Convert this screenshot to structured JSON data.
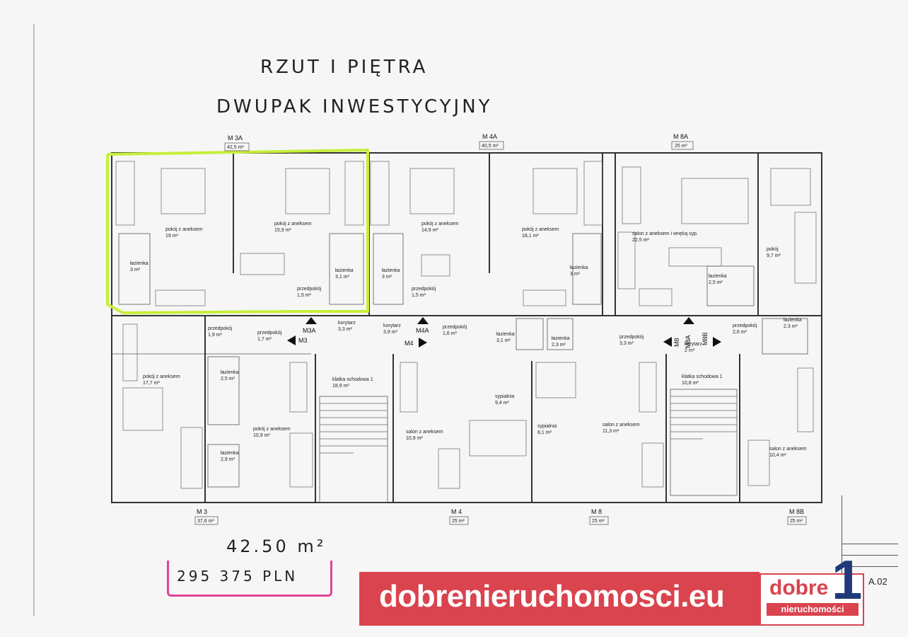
{
  "title": {
    "line1": "RZUT I PIĘTRA",
    "line2": "DWUPAK INWESTYCYJNY"
  },
  "apartments_top": [
    {
      "name": "M 3A",
      "area": "42,5 m²"
    },
    {
      "name": "M 4A",
      "area": "40,5 m²"
    },
    {
      "name": "M 8A",
      "area": "25 m²"
    }
  ],
  "apartments_bottom": [
    {
      "name": "M 3",
      "area": "37,6 m²"
    },
    {
      "name": "M 4",
      "area": "25 m²"
    },
    {
      "name": "M 8",
      "area": "25 m²"
    },
    {
      "name": "M 8B",
      "area": "25 m²"
    }
  ],
  "rooms": [
    {
      "label": "pokój z aneksem",
      "area": "19 m²"
    },
    {
      "label": "pokój z aneksem",
      "area": "15,9 m²"
    },
    {
      "label": "pokój z aneksem",
      "area": "14,9 m²"
    },
    {
      "label": "pokój z aneksem",
      "area": "18,1 m²"
    },
    {
      "label": "salon z aneksem i wnęką syp.",
      "area": "22,5 m²"
    },
    {
      "label": "pokój",
      "area": "9,7 m²"
    },
    {
      "label": "łazienka",
      "area": "3 m²"
    },
    {
      "label": "łazienka",
      "area": "3,1 m²"
    },
    {
      "label": "łazienka",
      "area": "3 m²"
    },
    {
      "label": "łazienka",
      "area": "3 m²"
    },
    {
      "label": "łazienka",
      "area": "2,5 m²"
    },
    {
      "label": "przedpokój",
      "area": "1,5 m²"
    },
    {
      "label": "przedpokój",
      "area": "1,5 m²"
    },
    {
      "label": "przedpokój",
      "area": "1,9 m²"
    },
    {
      "label": "przedpokój",
      "area": "1,7 m²"
    },
    {
      "label": "korytarz",
      "area": "3,3 m²"
    },
    {
      "label": "korytarz",
      "area": "3,9 m²"
    },
    {
      "label": "przedpokój",
      "area": "1,6 m²"
    },
    {
      "label": "łazienka",
      "area": "3,1 m²"
    },
    {
      "label": "łazienka",
      "area": "2,3 m²"
    },
    {
      "label": "przedpokój",
      "area": "3,3 m²"
    },
    {
      "label": "korytarz",
      "area": "2 m²"
    },
    {
      "label": "przedpokój",
      "area": "2,6 m²"
    },
    {
      "label": "łazienka",
      "area": "2,3 m²"
    },
    {
      "label": "pokój z aneksem",
      "area": "17,7 m²"
    },
    {
      "label": "łazienka",
      "area": "2,5 m²"
    },
    {
      "label": "pokój z aneksem",
      "area": "10,9 m²"
    },
    {
      "label": "łazienka",
      "area": "2,9 m²"
    },
    {
      "label": "klatka schodowa 1",
      "area": "18,9 m²"
    },
    {
      "label": "salon z aneksem",
      "area": "10,9 m²"
    },
    {
      "label": "sypialnia",
      "area": "9,4 m²"
    },
    {
      "label": "sypialnia",
      "area": "8,1 m²"
    },
    {
      "label": "salon z aneksem",
      "area": "11,3 m²"
    },
    {
      "label": "klatka schodowa 1",
      "area": "10,8 m²"
    },
    {
      "label": "salon z aneksem",
      "area": "10,4 m²"
    }
  ],
  "markers": {
    "m3a": "M3A",
    "m3": "M3",
    "m4a": "M4A",
    "m4": "M4",
    "m8": "M8",
    "m8a": "M8A",
    "m8b": "M8B"
  },
  "area_note": "42.50 m²",
  "price_note": "295 375 PLN",
  "banner": {
    "text": "dobrenieruchomosci.eu"
  },
  "logo": {
    "word": "dobre",
    "sub": "nieruchomości",
    "digit": "1"
  },
  "sheet_code": "A.02",
  "colors": {
    "highlight": "#c6ef3a",
    "banner": "#d9444e",
    "logo_blue": "#1e3a7a",
    "price_mark": "#e2439a"
  }
}
